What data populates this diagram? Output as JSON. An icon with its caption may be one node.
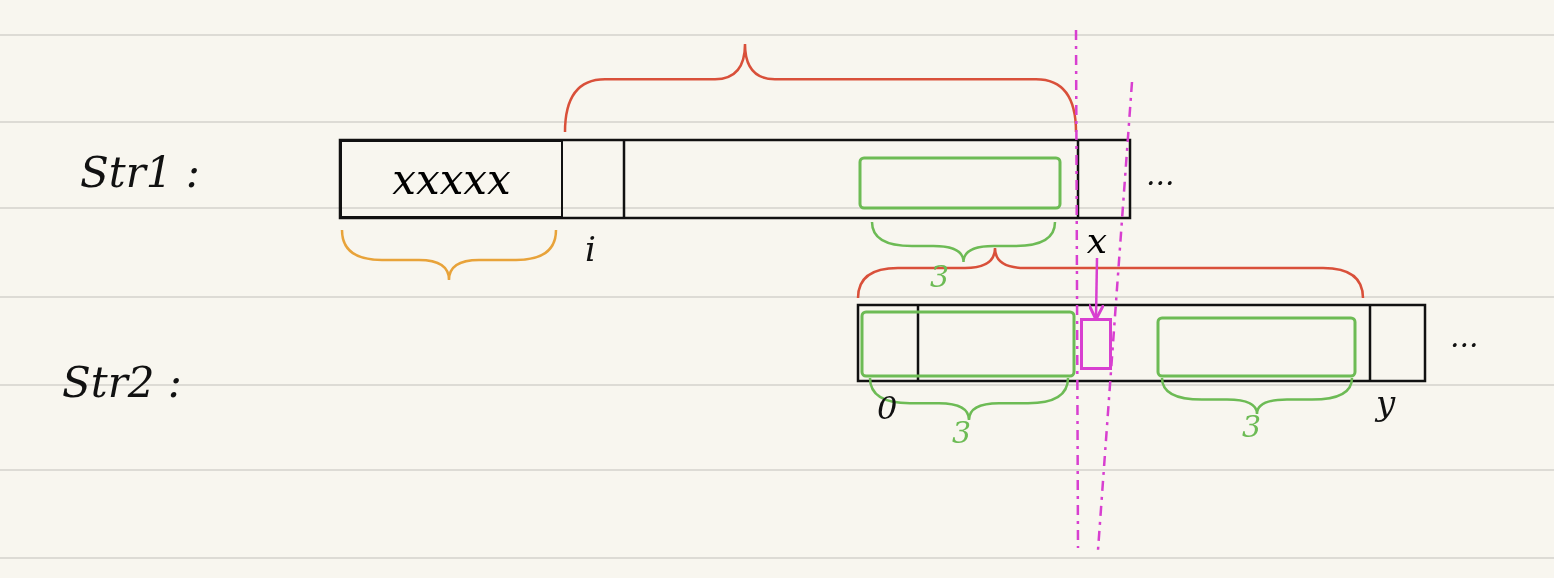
{
  "diagram": {
    "nodes": [
      {
        "text": [
          "xxxxx"
        ]
      },
      {
        "text": [
          "x"
        ]
      },
      {
        "text": [],
        "shape": "box"
      }
    ],
    "edges": [
      {
        "from": 1,
        "to": 2,
        "arrow": "to"
      }
    ],
    "labels": [
      "Str1 :",
      "...",
      "i",
      "3",
      "Str2 :",
      "...",
      "0",
      "3",
      "3",
      "y"
    ]
  }
}
